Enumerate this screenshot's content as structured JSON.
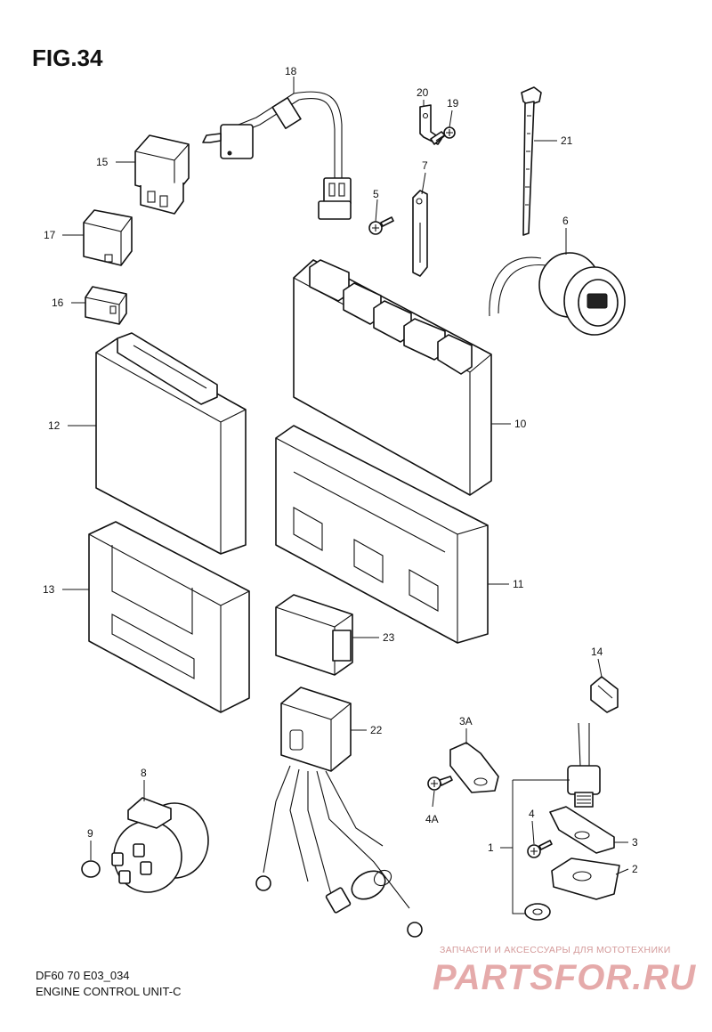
{
  "figure_title": "FIG.34",
  "model_code": "DF60 70 E03_034",
  "diagram_name": "ENGINE CONTROL UNIT-C",
  "watermark": {
    "tagline": "ЗАПЧАСТИ И АКСЕССУАРЫ ДЛЯ МОТОТЕХНИКИ",
    "brand": "PARTSFOR.RU"
  },
  "callouts": {
    "c1": "1",
    "c2": "2",
    "c3": "3",
    "c3a": "3A",
    "c4": "4",
    "c4a": "4A",
    "c5": "5",
    "c6": "6",
    "c7": "7",
    "c8": "8",
    "c9": "9",
    "c10": "10",
    "c11": "11",
    "c12": "12",
    "c13": "13",
    "c14": "14",
    "c15": "15",
    "c16": "16",
    "c17": "17",
    "c18": "18",
    "c19": "19",
    "c20": "20",
    "c21": "21",
    "c22": "22",
    "c23": "23"
  }
}
